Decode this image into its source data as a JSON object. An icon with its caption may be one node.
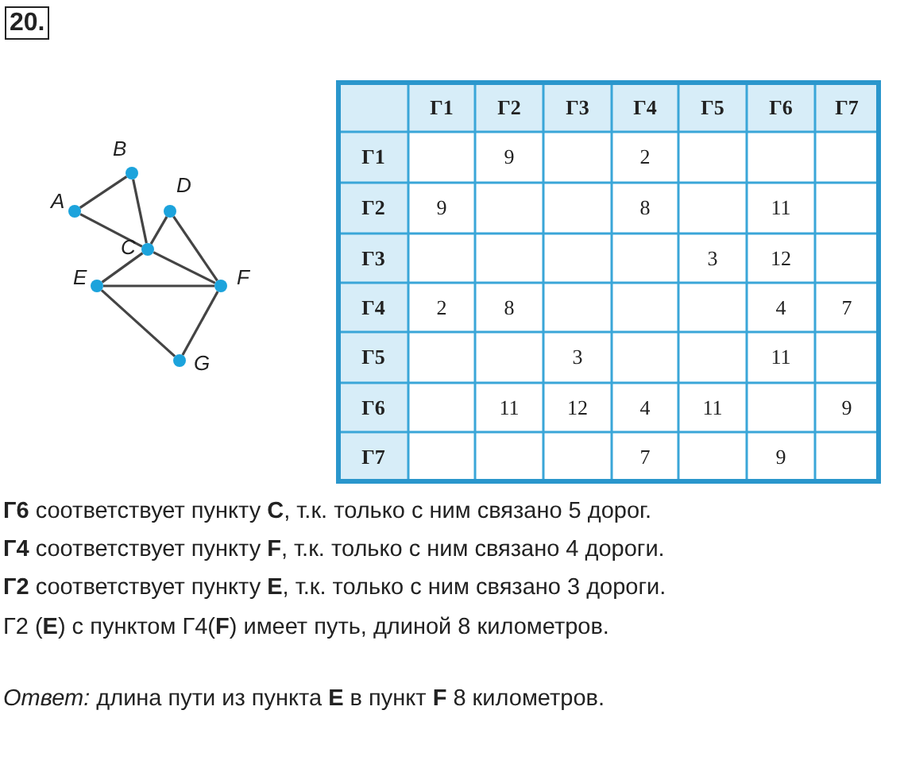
{
  "diagram": {
    "nodes": [
      {
        "text": [
          "A"
        ]
      },
      {
        "text": [
          "B"
        ]
      },
      {
        "text": [
          "D"
        ]
      },
      {
        "text": [
          "C"
        ]
      },
      {
        "text": [
          "E"
        ]
      },
      {
        "text": [
          "F"
        ]
      },
      {
        "text": [
          "G"
        ]
      }
    ],
    "edges": [
      {
        "from": 0,
        "to": 1,
        "arrow": "none"
      },
      {
        "from": 0,
        "to": 3,
        "arrow": "none"
      },
      {
        "from": 1,
        "to": 3,
        "arrow": "none"
      },
      {
        "from": 3,
        "to": 2,
        "arrow": "none"
      },
      {
        "from": 3,
        "to": 4,
        "arrow": "none"
      },
      {
        "from": 3,
        "to": 5,
        "arrow": "none"
      },
      {
        "from": 2,
        "to": 5,
        "arrow": "none"
      },
      {
        "from": 4,
        "to": 5,
        "arrow": "none"
      },
      {
        "from": 4,
        "to": 6,
        "arrow": "none"
      },
      {
        "from": 5,
        "to": 6,
        "arrow": "none"
      }
    ],
    "labels": [
      "20.",
      "Г1",
      "Г2",
      "Г3",
      "Г4",
      "Г5",
      "Г6",
      "Г7",
      "Г1",
      "9",
      "2",
      "Г2",
      "9",
      "8",
      "11",
      "Г3",
      "3",
      "12",
      "Г4",
      "2",
      "8",
      "4",
      "7",
      "Г5",
      "3",
      "11",
      "Г6",
      "11",
      "12",
      "4",
      "11",
      "9",
      "Г7",
      "7",
      "9",
      "**Г6** соответствует пункту **C**, т.к. только с ним связано 5 дорог.",
      "**Г4** соответствует пункту **F**, т.к. только с ним связано 4 дороги.",
      "**Г2** соответствует пункту **E**, т.к. только с ним связано 3 дороги.",
      "Г2 (**E**) с пунктом Г4(**F**) имеет путь, длиной 8 километров.",
      "*Ответ:* длина пути из пункта **E** в пункт **F** 8 километров."
    ]
  }
}
